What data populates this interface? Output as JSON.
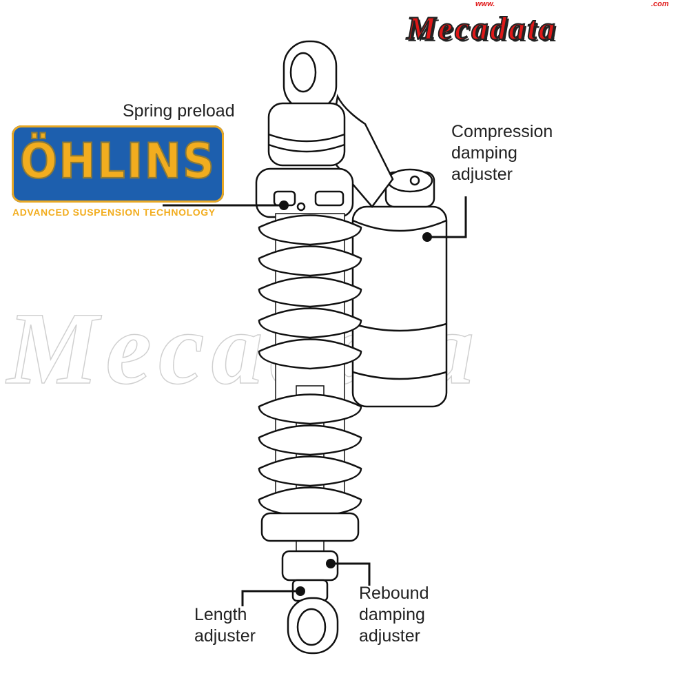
{
  "labels": {
    "spring_preload": "Spring preload",
    "compression": [
      "Compression",
      "damping",
      "adjuster"
    ],
    "rebound": [
      "Rebound",
      "damping",
      "adjuster"
    ],
    "length": [
      "Length",
      "adjuster"
    ]
  },
  "logos": {
    "ohlins": {
      "name": "ÖHLINS",
      "tagline": "ADVANCED SUSPENSION TECHNOLOGY",
      "colors": {
        "background": "#1d5fae",
        "text": "#f2ad1f"
      }
    },
    "mecadata": {
      "name": "Mecadata",
      "prefix": "www.",
      "suffix": ".com",
      "color": "#e01818"
    },
    "watermark": "Mecadata"
  }
}
